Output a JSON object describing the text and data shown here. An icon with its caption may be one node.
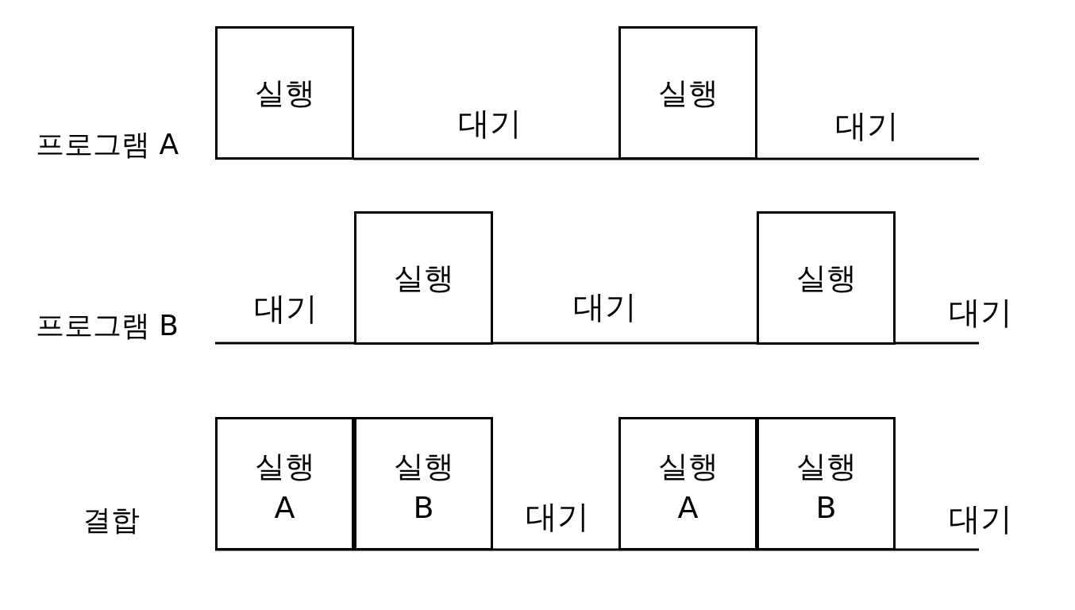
{
  "diagram": {
    "nodes": [
      {
        "text": [
          "실행"
        ]
      },
      {
        "text": [
          "실행"
        ]
      },
      {
        "text": [
          "실행"
        ]
      },
      {
        "text": [
          "실행"
        ]
      },
      {
        "text": [
          "실행 A"
        ]
      },
      {
        "text": [
          "실행 B"
        ]
      },
      {
        "text": [
          "실행 A"
        ]
      },
      {
        "text": [
          "실행 B"
        ]
      }
    ],
    "labels": [
      "프로그램 A",
      "대기",
      "대기",
      "프로그램 B",
      "대기",
      "대기",
      "대기",
      "결합",
      "대기",
      "대기"
    ]
  }
}
